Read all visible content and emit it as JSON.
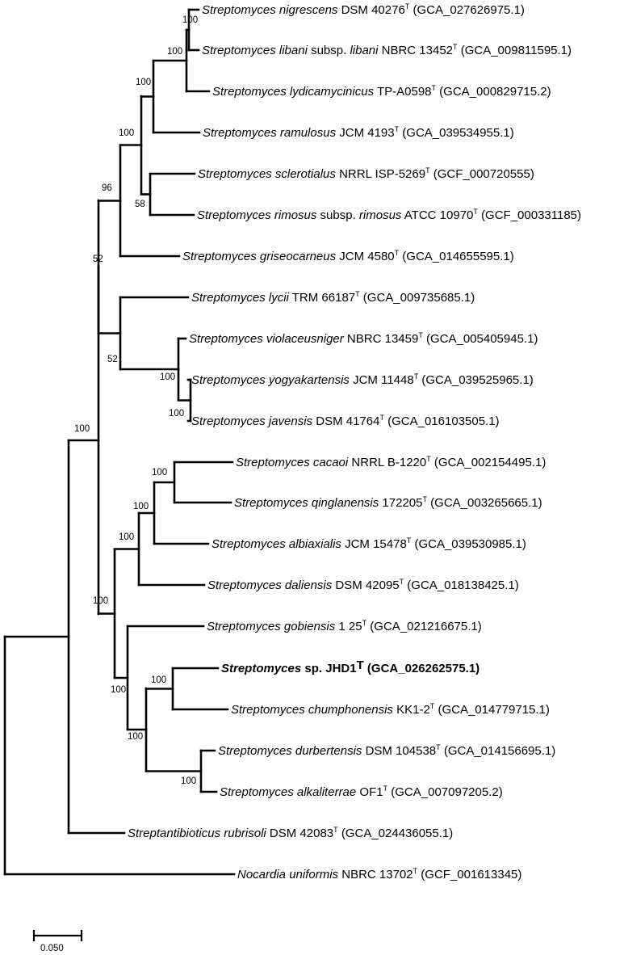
{
  "tree": {
    "taxa": [
      {
        "genus": "Streptomyces",
        "epithet": "nigrescens",
        "strain": "DSM 40276",
        "type": "T",
        "accession": "(GCA_027626975.1)"
      },
      {
        "genus": "Streptomyces",
        "epithet": "libani",
        "subsp": "libani",
        "strain": "NBRC 13452",
        "type": "T",
        "accession": "(GCA_009811595.1)"
      },
      {
        "genus": "Streptomyces",
        "epithet": "lydicamycinicus",
        "strain": "TP-A0598",
        "type": "T",
        "accession": "(GCA_000829715.2)"
      },
      {
        "genus": "Streptomyces",
        "epithet": "ramulosus",
        "strain": "JCM 4193",
        "type": "T",
        "accession": "(GCA_039534955.1)"
      },
      {
        "genus": "Streptomyces",
        "epithet": "sclerotialus",
        "strain": "NRRL ISP-5269",
        "type": "T",
        "accession": "(GCF_000720555)"
      },
      {
        "genus": "Streptomyces",
        "epithet": "rimosus",
        "subsp": "rimosus",
        "strain": "ATCC 10970",
        "type": "T",
        "accession": "(GCF_000331185)"
      },
      {
        "genus": "Streptomyces",
        "epithet": "griseocarneus",
        "strain": "JCM 4580",
        "type": "T",
        "accession": "(GCA_014655595.1)"
      },
      {
        "genus": "Streptomyces",
        "epithet": "lycii",
        "strain": "TRM 66187",
        "type": "T",
        "accession": "(GCA_009735685.1)"
      },
      {
        "genus": "Streptomyces",
        "epithet": "violaceusniger",
        "strain": "NBRC 13459",
        "type": "T",
        "accession": "(GCA_005405945.1)"
      },
      {
        "genus": "Streptomyces",
        "epithet": "yogyakartensis",
        "strain": "JCM 11448",
        "type": "T",
        "accession": "(GCA_039525965.1)"
      },
      {
        "genus": "Streptomyces",
        "epithet": "javensis",
        "strain": "DSM 41764",
        "type": "T",
        "accession": "(GCA_016103505.1)"
      },
      {
        "genus": "Streptomyces",
        "epithet": "cacaoi",
        "strain": "NRRL B-1220",
        "type": "T",
        "accession": "(GCA_002154495.1)"
      },
      {
        "genus": "Streptomyces",
        "epithet": "qinglanensis",
        "strain": "172205",
        "type": "T",
        "accession": "(GCA_003265665.1)"
      },
      {
        "genus": "Streptomyces",
        "epithet": "albiaxialis",
        "strain": "JCM 15478",
        "type": "T",
        "accession": "(GCA_039530985.1)"
      },
      {
        "genus": "Streptomyces",
        "epithet": "daliensis",
        "strain": "DSM 42095",
        "type": "T",
        "accession": "(GCA_018138425.1)"
      },
      {
        "genus": "Streptomyces",
        "epithet": "gobiensis",
        "strain": "1 25",
        "type": "T",
        "accession": "(GCA_021216675.1)"
      },
      {
        "genus": "Streptomyces",
        "epithet": "",
        "strain": "sp. JHD1",
        "type": "T",
        "accession": "(GCA_026262575.1)",
        "bold": true
      },
      {
        "genus": "Streptomyces",
        "epithet": "chumphonensis",
        "strain": "KK1-2",
        "type": "T",
        "accession": "(GCA_014779715.1)"
      },
      {
        "genus": "Streptomyces",
        "epithet": "durbertensis",
        "strain": "DSM 104538",
        "type": "T",
        "accession": "(GCA_014156695.1)"
      },
      {
        "genus": "Streptomyces",
        "epithet": "alkaliterrae",
        "strain": "OF1",
        "type": "T",
        "accession": "(GCA_007097205.2)"
      },
      {
        "genus": "Streptantibioticus",
        "epithet": "rubrisoli",
        "strain": "DSM 42083",
        "type": "T",
        "accession": "(GCA_024436055.1)"
      },
      {
        "genus": "Nocardia",
        "epithet": "uniformis",
        "strain": "NBRC 13702",
        "type": "T",
        "accession": "(GCF_001613345)"
      }
    ],
    "bootstrap": [
      "100",
      "100",
      "100",
      "58",
      "100",
      "96",
      "100",
      "100",
      "52",
      "52",
      "100",
      "100",
      "100",
      "100",
      "100",
      "100",
      "100",
      "100",
      "100"
    ],
    "scale_bar_label": "0.050"
  }
}
